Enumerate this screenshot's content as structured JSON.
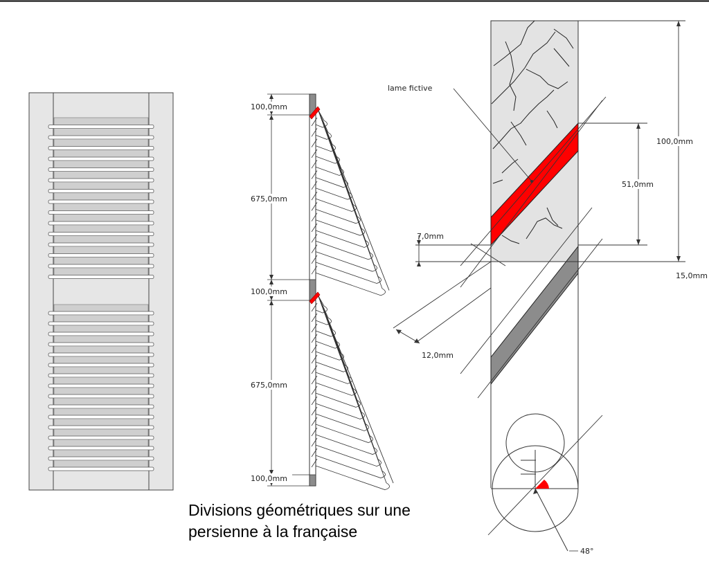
{
  "caption": {
    "line1": "Divisions géométriques sur une",
    "line2": "persienne à la française"
  },
  "section_dims": {
    "top_rail": "100,0mm",
    "upper_panel": "675,0mm",
    "middle_rail": "100,0mm",
    "lower_panel": "675,0mm",
    "bottom_rail": "100,0mm"
  },
  "detail": {
    "lame_label": "lame fictive",
    "total_height": "100,0mm",
    "blade_height": "51,0mm",
    "offset": "7,0mm",
    "blade_thickness": "12,0mm",
    "edge": "15,0mm",
    "angle": "48°"
  },
  "colors": {
    "accent": "#ff0000",
    "panel": "#e6e6e6",
    "shadow_blade": "#8c8c8c",
    "line": "#1a1a1a"
  }
}
